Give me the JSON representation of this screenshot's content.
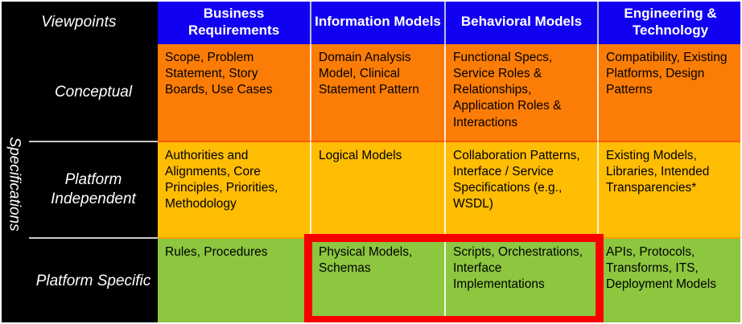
{
  "table": {
    "corner_label": "Viewpoints",
    "spine_label": "Specifications",
    "columns": [
      {
        "label": "Business Requirements"
      },
      {
        "label": "Information Models"
      },
      {
        "label": "Behavioral Models"
      },
      {
        "label": "Engineering & Technology"
      }
    ],
    "rows": [
      {
        "label": "Conceptual",
        "color": "#fb7d07",
        "cells": [
          "Scope, Problem Statement, Story Boards, Use Cases",
          "Domain Analysis Model, Clinical Statement Pattern",
          "Functional Specs, Service Roles & Relationships, Application Roles & Interactions",
          "Compatibility, Existing Platforms, Design Patterns"
        ]
      },
      {
        "label": "Platform Independent",
        "color": "#ffbd04",
        "cells": [
          "Authorities and Alignments, Core Principles, Priorities, Methodology",
          "Logical Models",
          "Collaboration Patterns, Interface / Service Specifications (e.g., WSDL)",
          "Existing Models, Libraries, Intended Transparencies*"
        ]
      },
      {
        "label": "Platform Specific",
        "color": "#8dc63f",
        "cells": [
          "Rules, Procedures",
          "Physical Models, Schemas",
          "Scripts, Orchestrations, Interface Implementations",
          "APIs, Protocols, Transforms, ITS, Deployment Models"
        ]
      }
    ]
  },
  "highlight": {
    "name": "platform-specific-information-behavioral-highlight",
    "color": "#f80000"
  },
  "colors": {
    "header_blue": "#1200f0",
    "black": "#000000",
    "orange": "#fb7d07",
    "amber": "#ffbd04",
    "green": "#8dc63f",
    "red": "#f80000"
  }
}
